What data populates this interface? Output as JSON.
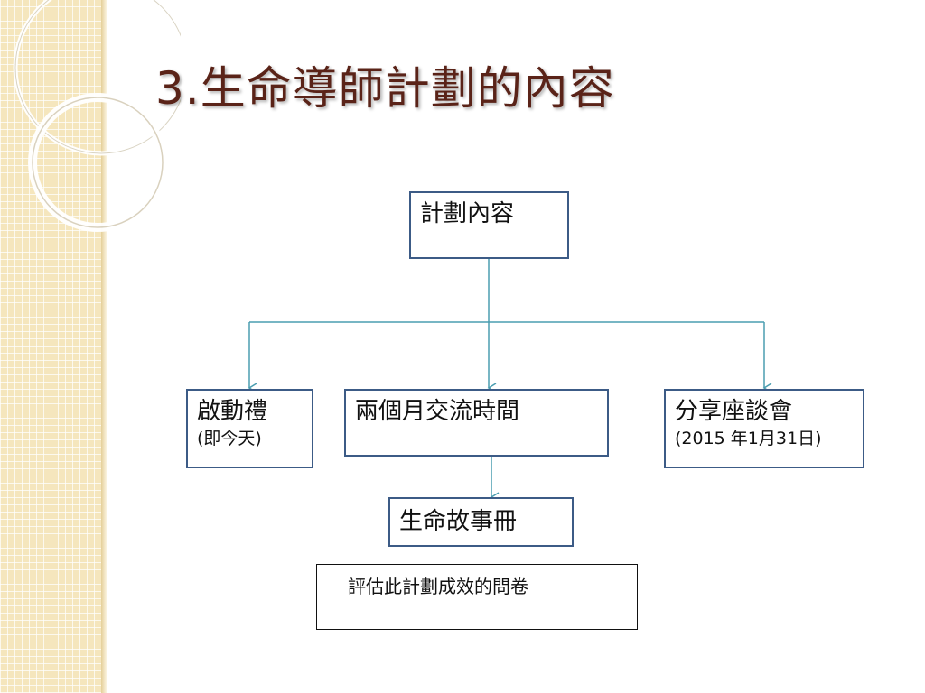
{
  "slide": {
    "title": "3.生命導師計劃的內容"
  },
  "diagram": {
    "root": {
      "label": "計劃內容"
    },
    "branches": [
      {
        "label": "啟動禮",
        "sub": "(即今天)"
      },
      {
        "label": "兩個月交流時間",
        "sub": ""
      },
      {
        "label": "分享座談會",
        "sub": "(2015 年1月31日)"
      }
    ],
    "child": {
      "label": "生命故事冊"
    },
    "note": {
      "label": "評估此計劃成效的問卷"
    }
  },
  "colors": {
    "title": "#5a2318",
    "box_border": "#3c5b86",
    "connector": "#4a9db0",
    "sidebar": "#f5e6bd"
  }
}
